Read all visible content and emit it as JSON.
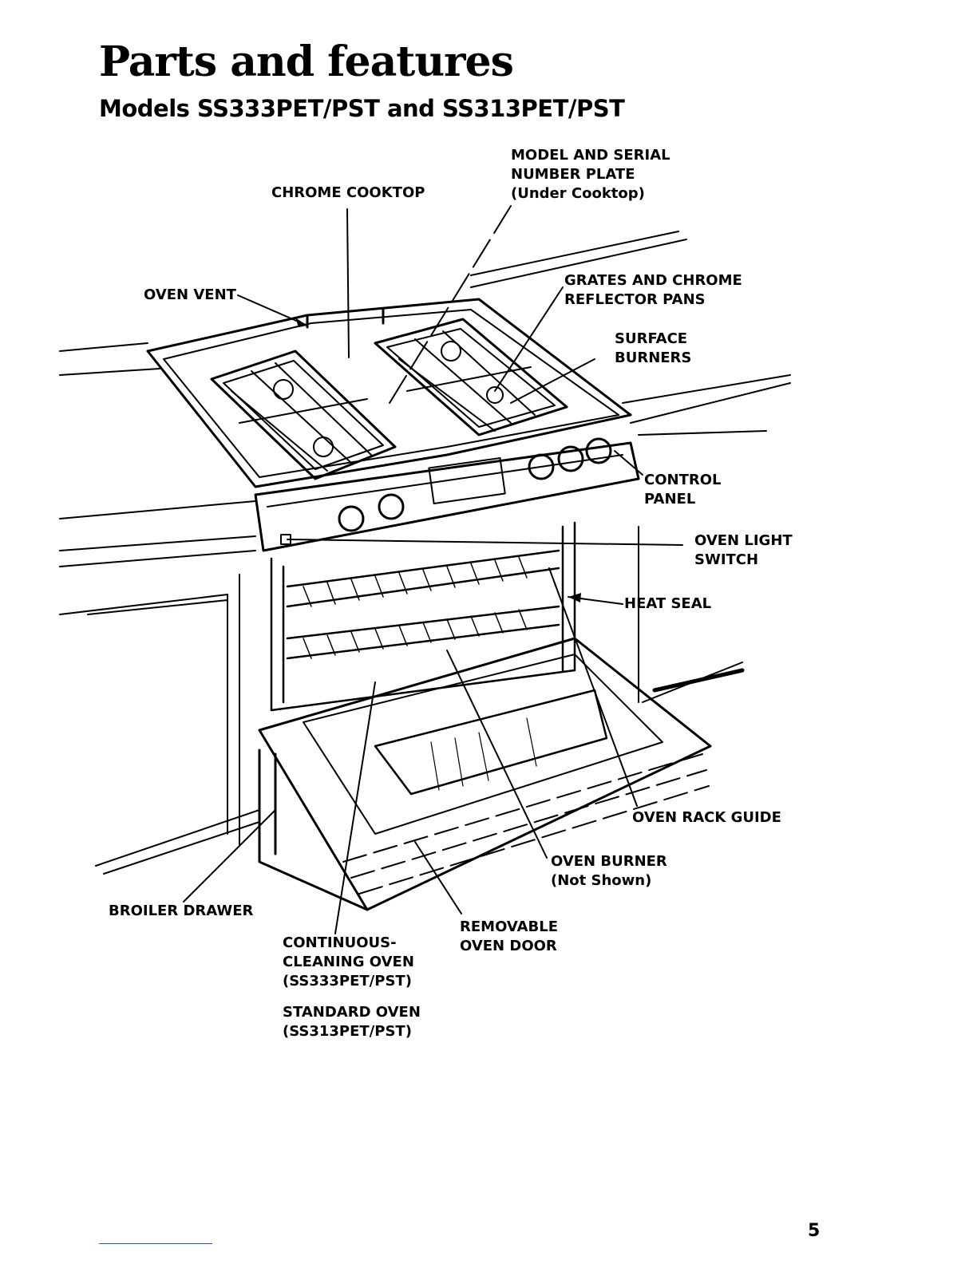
{
  "page": {
    "title": "Parts and features",
    "subtitle": "Models SS333PET/PST and SS313PET/PST",
    "page_number": "5"
  },
  "labels": {
    "model_serial": [
      "MODEL AND SERIAL",
      "NUMBER PLATE",
      "(Under Cooktop)"
    ],
    "chrome_cooktop": [
      "CHROME COOKTOP"
    ],
    "oven_vent": [
      "OVEN VENT"
    ],
    "grates": [
      "GRATES AND CHROME",
      "REFLECTOR PANS"
    ],
    "surface_burners": [
      "SURFACE",
      "BURNERS"
    ],
    "control_panel": [
      "CONTROL",
      "PANEL"
    ],
    "oven_light_switch": [
      "OVEN LIGHT",
      "SWITCH"
    ],
    "heat_seal": [
      "HEAT SEAL"
    ],
    "oven_rack_guide": [
      "OVEN RACK GUIDE"
    ],
    "oven_burner": [
      "OVEN BURNER",
      "(Not Shown)"
    ],
    "broiler_drawer": [
      "BROILER DRAWER"
    ],
    "removable_oven_door": [
      "REMOVABLE",
      "OVEN DOOR"
    ],
    "continuous_cleaning": [
      "CONTINUOUS-",
      "CLEANING OVEN",
      "(SS333PET/PST)"
    ],
    "standard_oven": [
      "STANDARD OVEN",
      "(SS313PET/PST)"
    ]
  }
}
